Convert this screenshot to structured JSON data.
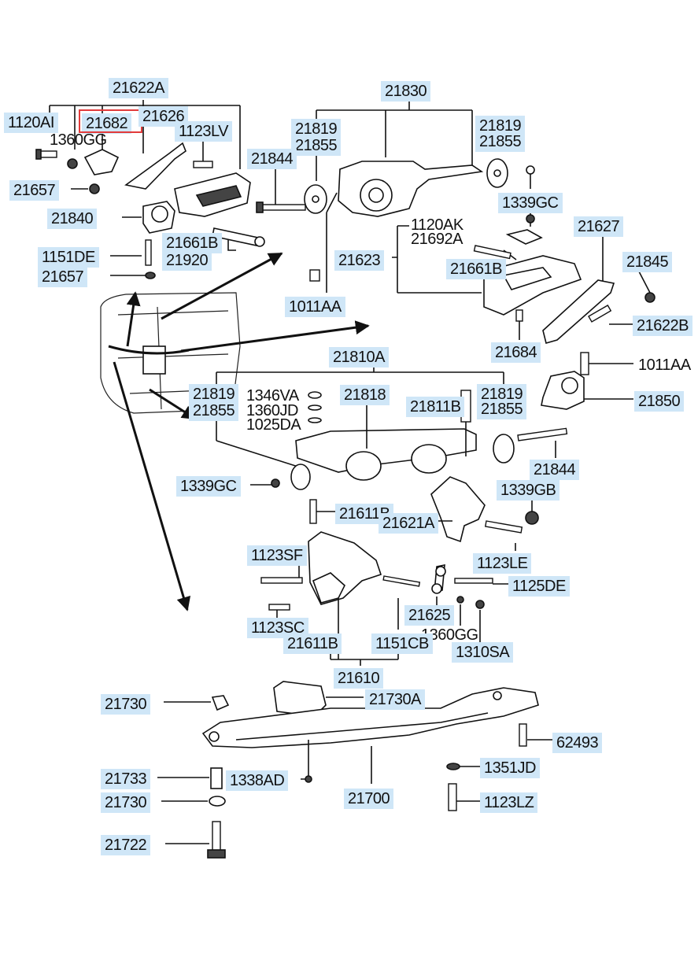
{
  "diagram": {
    "highlight_color": "#e23b3b",
    "label_bg": "#cfe6f7",
    "labels": [
      {
        "id": "21622A",
        "text": "21622A"
      },
      {
        "id": "1120AI",
        "text": "1120AI"
      },
      {
        "id": "21682",
        "text": "21682"
      },
      {
        "id": "21626",
        "text": "21626"
      },
      {
        "id": "1123LV",
        "text": "1123LV"
      },
      {
        "id": "1360GG-a",
        "text": "1360GG"
      },
      {
        "id": "21657-a",
        "text": "21657"
      },
      {
        "id": "21840",
        "text": "21840"
      },
      {
        "id": "21661B-a",
        "text": "21661B"
      },
      {
        "id": "21920",
        "text": "21920"
      },
      {
        "id": "1151DE",
        "text": "1151DE"
      },
      {
        "id": "21657-b",
        "text": "21657"
      },
      {
        "id": "21830",
        "text": "21830"
      },
      {
        "id": "21819-a",
        "text": "21819"
      },
      {
        "id": "21855-a",
        "text": "21855"
      },
      {
        "id": "21844-a",
        "text": "21844"
      },
      {
        "id": "21819-b",
        "text": "21819"
      },
      {
        "id": "21855-b",
        "text": "21855"
      },
      {
        "id": "1339GC-a",
        "text": "1339GC"
      },
      {
        "id": "1120AK",
        "text": "1120AK"
      },
      {
        "id": "21692A",
        "text": "21692A"
      },
      {
        "id": "21627",
        "text": "21627"
      },
      {
        "id": "21623",
        "text": "21623"
      },
      {
        "id": "21661B-b",
        "text": "21661B"
      },
      {
        "id": "21845",
        "text": "21845"
      },
      {
        "id": "1011AA-a",
        "text": "1011AA"
      },
      {
        "id": "21622B",
        "text": "21622B"
      },
      {
        "id": "21684",
        "text": "21684"
      },
      {
        "id": "21810A",
        "text": "21810A"
      },
      {
        "id": "1011AA-b",
        "text": "1011AA"
      },
      {
        "id": "21819-c",
        "text": "21819"
      },
      {
        "id": "21855-c",
        "text": "21855"
      },
      {
        "id": "1346VA",
        "text": "1346VA"
      },
      {
        "id": "1360JD",
        "text": "1360JD"
      },
      {
        "id": "1025DA",
        "text": "1025DA"
      },
      {
        "id": "21818",
        "text": "21818"
      },
      {
        "id": "21811B",
        "text": "21811B"
      },
      {
        "id": "21819-d",
        "text": "21819"
      },
      {
        "id": "21855-d",
        "text": "21855"
      },
      {
        "id": "21850",
        "text": "21850"
      },
      {
        "id": "21844-b",
        "text": "21844"
      },
      {
        "id": "1339GC-b",
        "text": "1339GC"
      },
      {
        "id": "1339GB",
        "text": "1339GB"
      },
      {
        "id": "21611B-a",
        "text": "21611B"
      },
      {
        "id": "21621A",
        "text": "21621A"
      },
      {
        "id": "1123SF",
        "text": "1123SF"
      },
      {
        "id": "1123LE",
        "text": "1123LE"
      },
      {
        "id": "1125DE",
        "text": "1125DE"
      },
      {
        "id": "21625",
        "text": "21625"
      },
      {
        "id": "1123SC",
        "text": "1123SC"
      },
      {
        "id": "1360GG-b",
        "text": "1360GG"
      },
      {
        "id": "21611B-b",
        "text": "21611B"
      },
      {
        "id": "1151CB",
        "text": "1151CB"
      },
      {
        "id": "1310SA",
        "text": "1310SA"
      },
      {
        "id": "21610",
        "text": "21610"
      },
      {
        "id": "21730-a",
        "text": "21730"
      },
      {
        "id": "21730A",
        "text": "21730A"
      },
      {
        "id": "62493",
        "text": "62493"
      },
      {
        "id": "1351JD",
        "text": "1351JD"
      },
      {
        "id": "21733",
        "text": "21733"
      },
      {
        "id": "1338AD",
        "text": "1338AD"
      },
      {
        "id": "21700",
        "text": "21700"
      },
      {
        "id": "21730-b",
        "text": "21730"
      },
      {
        "id": "1123LZ",
        "text": "1123LZ"
      },
      {
        "id": "21722",
        "text": "21722"
      }
    ]
  }
}
